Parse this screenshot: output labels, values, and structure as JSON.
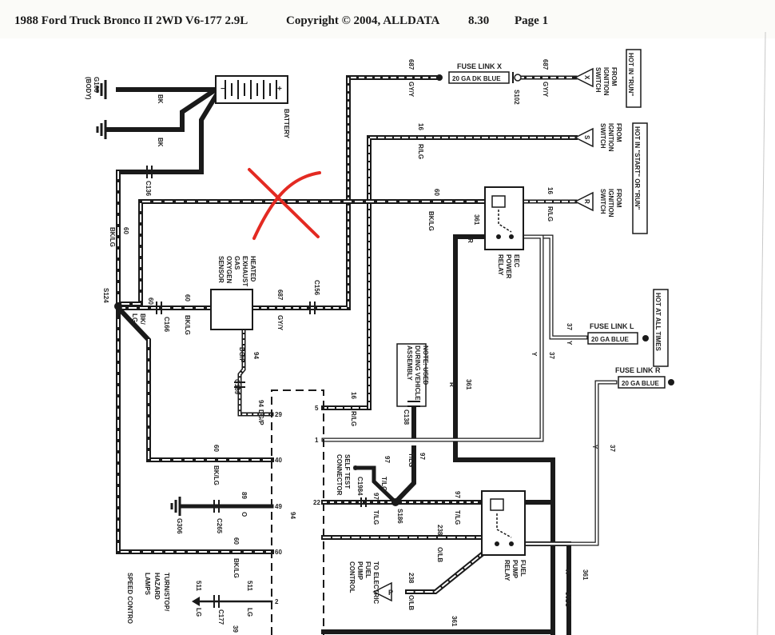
{
  "header": {
    "title": "1988 Ford Truck Bronco II 2WD V6-177 2.9L",
    "copyright": "Copyright © 2004, ALLDATA",
    "version": "8.30",
    "page": "Page 1"
  },
  "colors": {
    "wire": "#1a1a1a",
    "annotation": "#e32a22",
    "background": "#ffffff"
  },
  "labels": {
    "fuse_x_title": "FUSE LINK X",
    "fuse_x_rating": "20 GA DK BLUE",
    "fuse_l_title": "FUSE LINK L",
    "fuse_l_rating": "20 GA BLUE",
    "fuse_r_title": "FUSE LINK R",
    "fuse_r_rating": "20 GA BLUE",
    "hot_run": "HOT IN \"RUN\"",
    "hot_start_run": "HOT IN \"START\" OR \"RUN\"",
    "hot_all": "HOT AT ALL TIMES",
    "from_ign_1": "FROM",
    "from_ign_2": "IGNITION",
    "from_ign_3": "SWITCH",
    "sw_x": "X",
    "sw_s": "S",
    "sw_r": "R",
    "battery": "BATTERY",
    "g106": "G106",
    "body": "(BODY)",
    "bk": "BK",
    "c136": "C136",
    "c156": "C156",
    "c166": "C166",
    "c169": "C169",
    "c138": "C138",
    "c1984": "C1984",
    "c265": "C265",
    "c177": "C177",
    "s124": "S124",
    "s186": "S186",
    "s102": "S102",
    "g306": "G306",
    "w687": "687",
    "w16": "16",
    "w60": "60",
    "w361": "361",
    "w37": "37",
    "w94": "94",
    "w97": "97",
    "w238": "238",
    "w511": "511",
    "w89": "89",
    "w361c": "361C",
    "w39": "39",
    "gyy": "GY/Y",
    "rlg": "R/LG",
    "bklg": "BK/LG",
    "r": "R",
    "y": "Y",
    "dgp": "DG/P",
    "tlg": "T/LG",
    "olb": "O/LB",
    "o": "O",
    "lg": "LG",
    "bk_slash": "BK/",
    "lg_line": "LG",
    "heo2_1": "HEATED",
    "heo2_2": "EXHAUST",
    "heo2_3": "GAS",
    "heo2_4": "OXYGEN",
    "heo2_5": "SENSOR",
    "eec_1": "EEC",
    "eec_2": "POWER",
    "eec_3": "RELAY",
    "fp_1": "FUEL",
    "fp_2": "PUMP",
    "fp_3": "RELAY",
    "note_1": "NOTE: USED",
    "note_2": "DURING VEHICLE",
    "note_3": "ASSEMBLY",
    "stc_1": "SELF TEST",
    "stc_2": "CONNECTOR",
    "tef_1": "TO ELECTRIC",
    "tef_2": "FUEL",
    "tef_3": "PUMP",
    "tef_4": "CONTROL",
    "tsh_1": "TURN/STOP/",
    "tsh_2": "HAZARD",
    "tsh_3": "LAMPS",
    "speed_ctrl": "SPEED CONTRO",
    "pin_29": "29",
    "pin_40": "40",
    "pin_22": "22",
    "pin_49": "49",
    "pin_60": "60",
    "pin_2": "2",
    "pin_5": "5",
    "pin_1": "1",
    "p_letter": "P",
    "batt_plus": "+",
    "batt_minus": "−"
  }
}
